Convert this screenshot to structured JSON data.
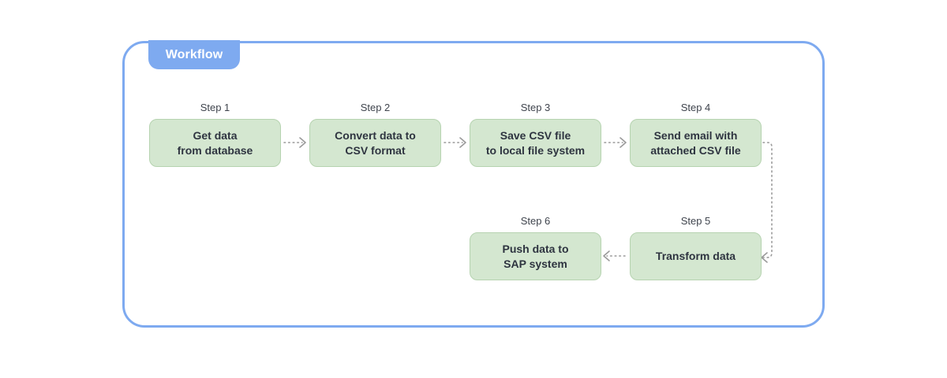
{
  "diagram": {
    "badge": {
      "label": "Workflow"
    },
    "colors": {
      "panel_border": "#7eaaf0",
      "badge_background": "#7eaaf0",
      "badge_text": "#ffffff",
      "box_fill": "#d4e7d0",
      "box_border": "#b6d3b0",
      "box_text": "#2e3440",
      "step_label": "#3f444d",
      "connector": "#9a9a9a",
      "page_background": "#ffffff"
    },
    "steps": [
      {
        "label": "Step 1",
        "text": "Get data\nfrom database"
      },
      {
        "label": "Step 2",
        "text": "Convert data to\nCSV format"
      },
      {
        "label": "Step 3",
        "text": "Save CSV file\nto local file system"
      },
      {
        "label": "Step 4",
        "text": "Send email with\nattached CSV file"
      },
      {
        "label": "Step 5",
        "text": "Transform data"
      },
      {
        "label": "Step 6",
        "text": "Push data to\nSAP system"
      }
    ],
    "connections": [
      {
        "from": "Step 1",
        "to": "Step 2",
        "style": "dotted",
        "direction": "right"
      },
      {
        "from": "Step 2",
        "to": "Step 3",
        "style": "dotted",
        "direction": "right"
      },
      {
        "from": "Step 3",
        "to": "Step 4",
        "style": "dotted",
        "direction": "right"
      },
      {
        "from": "Step 4",
        "to": "Step 5",
        "style": "dotted",
        "direction": "down-left"
      },
      {
        "from": "Step 5",
        "to": "Step 6",
        "style": "dotted",
        "direction": "left"
      }
    ]
  }
}
